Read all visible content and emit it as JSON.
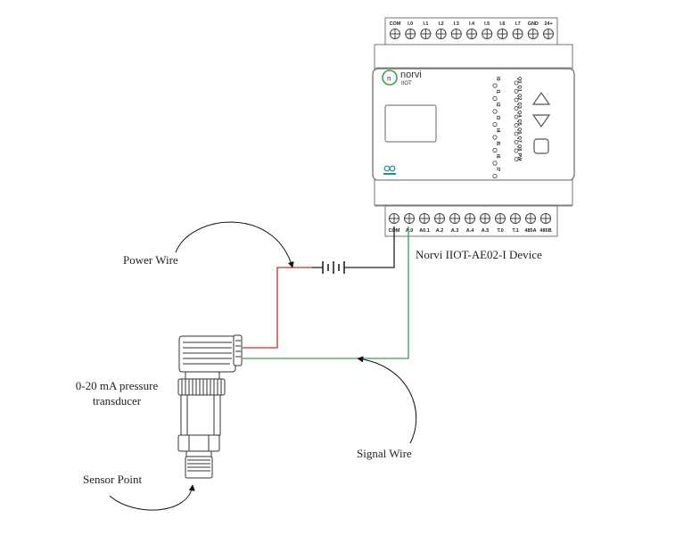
{
  "labels": {
    "power_wire": "Power Wire",
    "device": "Norvi IIOT-AE02-I Device",
    "transducer_line1": "0-20 mA pressure",
    "transducer_line2": "transducer",
    "signal_wire": "Signal Wire",
    "sensor_point": "Sensor Point"
  },
  "device": {
    "logo_main": "norvi",
    "logo_sub": "IIOT",
    "top_terminals": [
      "COM",
      "I.0",
      "I.1",
      "I.2",
      "I.3",
      "I.4",
      "I.5",
      "I.6",
      "I.7",
      "GND",
      "24+"
    ],
    "bottom_terminals": [
      "COM",
      "A.0",
      "A0.1",
      "A.2",
      "A.3",
      "A.4",
      "A.5",
      "T.0",
      "T.1",
      "485A",
      "485B"
    ],
    "input_leds": [
      "I0",
      "I1",
      "I2",
      "I3",
      "I4",
      "I5",
      "I6",
      "I7"
    ],
    "output_leds": [
      "Q0",
      "Q1",
      "Q2",
      "Q3",
      "Q4",
      "Q5",
      "Q6",
      "Q7",
      "Q8",
      "PW"
    ]
  },
  "colors": {
    "power_wire": "#cc2b2b",
    "signal_wire": "#3a9a5a",
    "ground_wire": "#222222",
    "logo_green": "#3aa14a",
    "arduino_teal": "#1f8f9a"
  }
}
